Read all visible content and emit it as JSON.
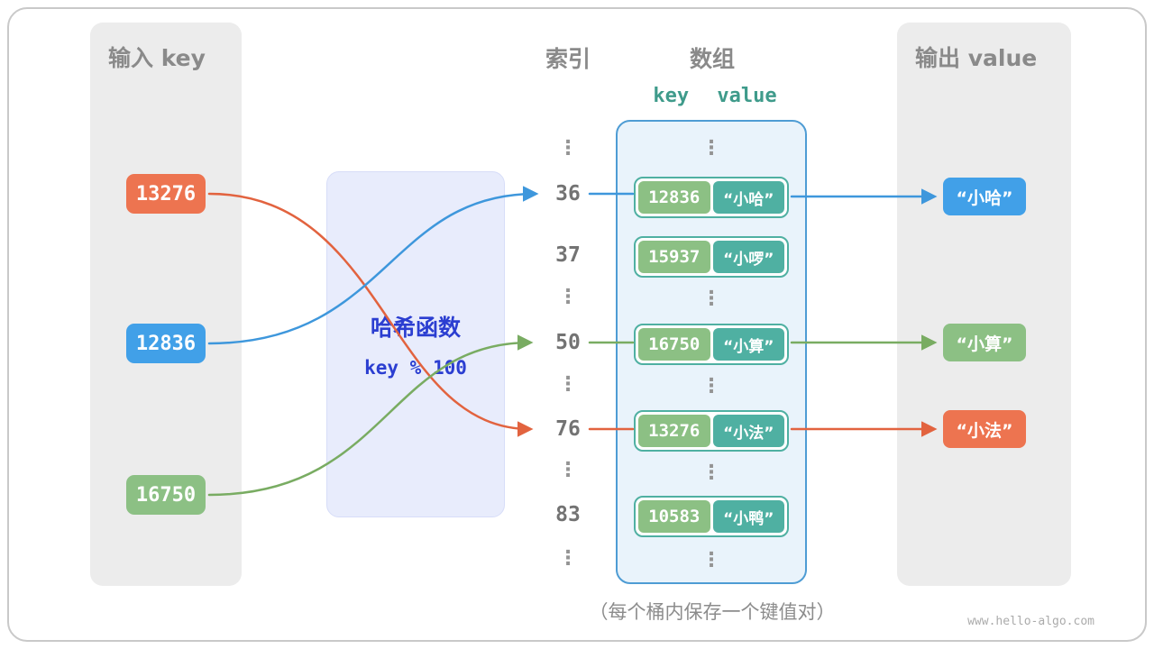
{
  "panels": {
    "input": {
      "title": "输入 key"
    },
    "output": {
      "title": "输出 value"
    }
  },
  "headers": {
    "index": "索引",
    "array": "数组",
    "kv_columns": "key value"
  },
  "hash_box": {
    "title": "哈希函数",
    "formula": "key % 100"
  },
  "input_keys": [
    {
      "value": "13276",
      "color": "#ed7450"
    },
    {
      "value": "12836",
      "color": "#41a0e8"
    },
    {
      "value": "16750",
      "color": "#8cc084"
    }
  ],
  "index_column": [
    "⋮",
    "36",
    "37",
    "⋮",
    "50",
    "⋮",
    "76",
    "⋮",
    "83",
    "⋮"
  ],
  "buckets": [
    {
      "key": "12836",
      "value": "“小哈”"
    },
    {
      "key": "15937",
      "value": "“小啰”"
    },
    {
      "key": "16750",
      "value": "“小算”"
    },
    {
      "key": "13276",
      "value": "“小法”"
    },
    {
      "key": "10583",
      "value": "“小鸭”"
    }
  ],
  "outputs": [
    {
      "value": "“小哈”",
      "color": "#41a0e8"
    },
    {
      "value": "“小算”",
      "color": "#8cc084"
    },
    {
      "value": "“小法”",
      "color": "#ed7450"
    }
  ],
  "glyphs": {
    "vdots": "⋮"
  },
  "caption": "（每个桶内保存一个键值对）",
  "watermark": "www.hello-algo.com",
  "colors": {
    "orange": "#ed7450",
    "blue": "#41a0e8",
    "green": "#8cc084",
    "teal": "#4fb0a2",
    "array_border": "#4e9cd4",
    "hash_text": "#2b3ed1",
    "panel_gray": "#ececec"
  }
}
